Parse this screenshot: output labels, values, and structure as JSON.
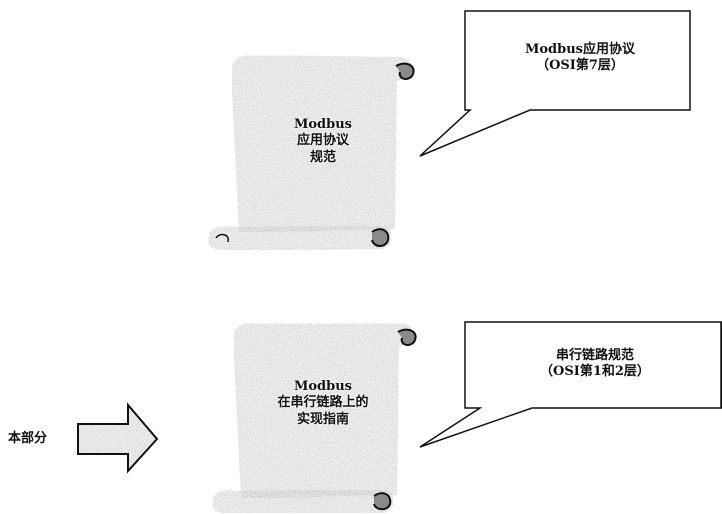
{
  "top_scroll": {
    "lines": [
      "Modbus",
      "应用协议",
      "规范"
    ]
  },
  "top_callout": {
    "lines": [
      "Modbus应用协议",
      "（OSI第7层）"
    ]
  },
  "bottom_scroll": {
    "lines": [
      "Modbus",
      "在串行链路上的",
      "实现指南"
    ]
  },
  "bottom_callout": {
    "lines": [
      "串行链路规范",
      "（OSI第1和2层）"
    ]
  },
  "side_label": "本部分",
  "colors": {
    "scroll_fill": "#9a9a9a",
    "stroke": "#111111",
    "background": "#ffffff"
  },
  "icons": [
    "scroll-icon",
    "right-arrow-icon",
    "speech-callout"
  ]
}
